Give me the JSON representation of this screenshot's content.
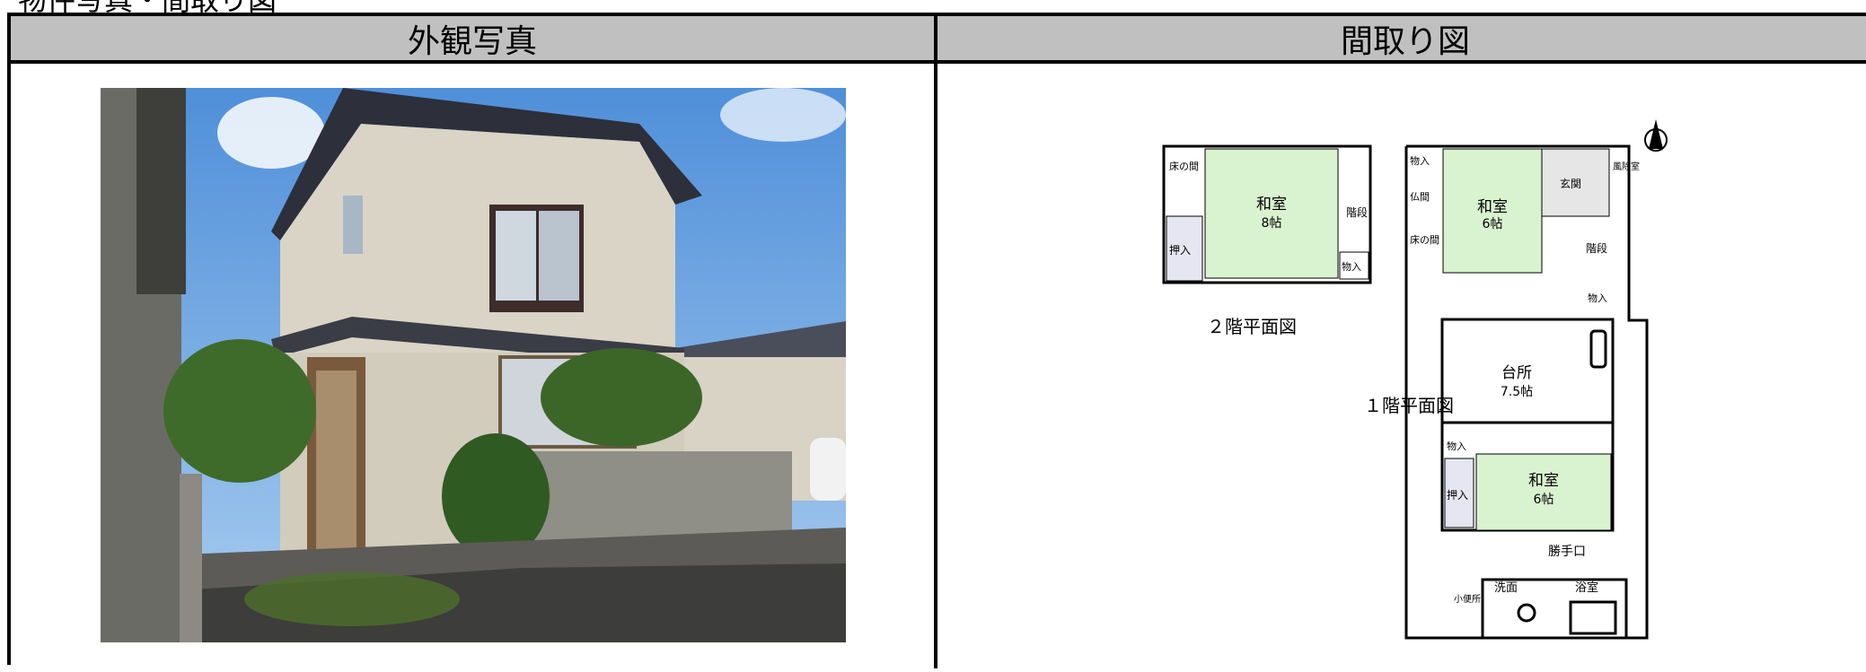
{
  "page": {
    "title": "物件写真・間取り図"
  },
  "table": {
    "left_header": "外観写真",
    "right_header": "間取り図"
  },
  "floorplan": {
    "floor2_caption": "２階平面図",
    "floor1_caption": "１階平面図",
    "rooms": {
      "washitsu": "和室",
      "size8": "8帖",
      "size6": "6帖",
      "tokonoma": "床の間",
      "oshiire": "押入",
      "monoire": "物入",
      "kaidan": "階段",
      "butsuma": "仏間",
      "genkan": "玄関",
      "fuujoshitsu": "風除室",
      "daidokoro": "台所",
      "size75": "7.5帖",
      "katteguchi": "勝手口",
      "senmen": "洗面",
      "yokushitsu": "浴室",
      "shoubenjo": "小便所"
    }
  },
  "colors": {
    "header_bg": "#c0c0c0",
    "room_fill": "#d9f2cf",
    "closet_fill": "#e6e6f2"
  }
}
